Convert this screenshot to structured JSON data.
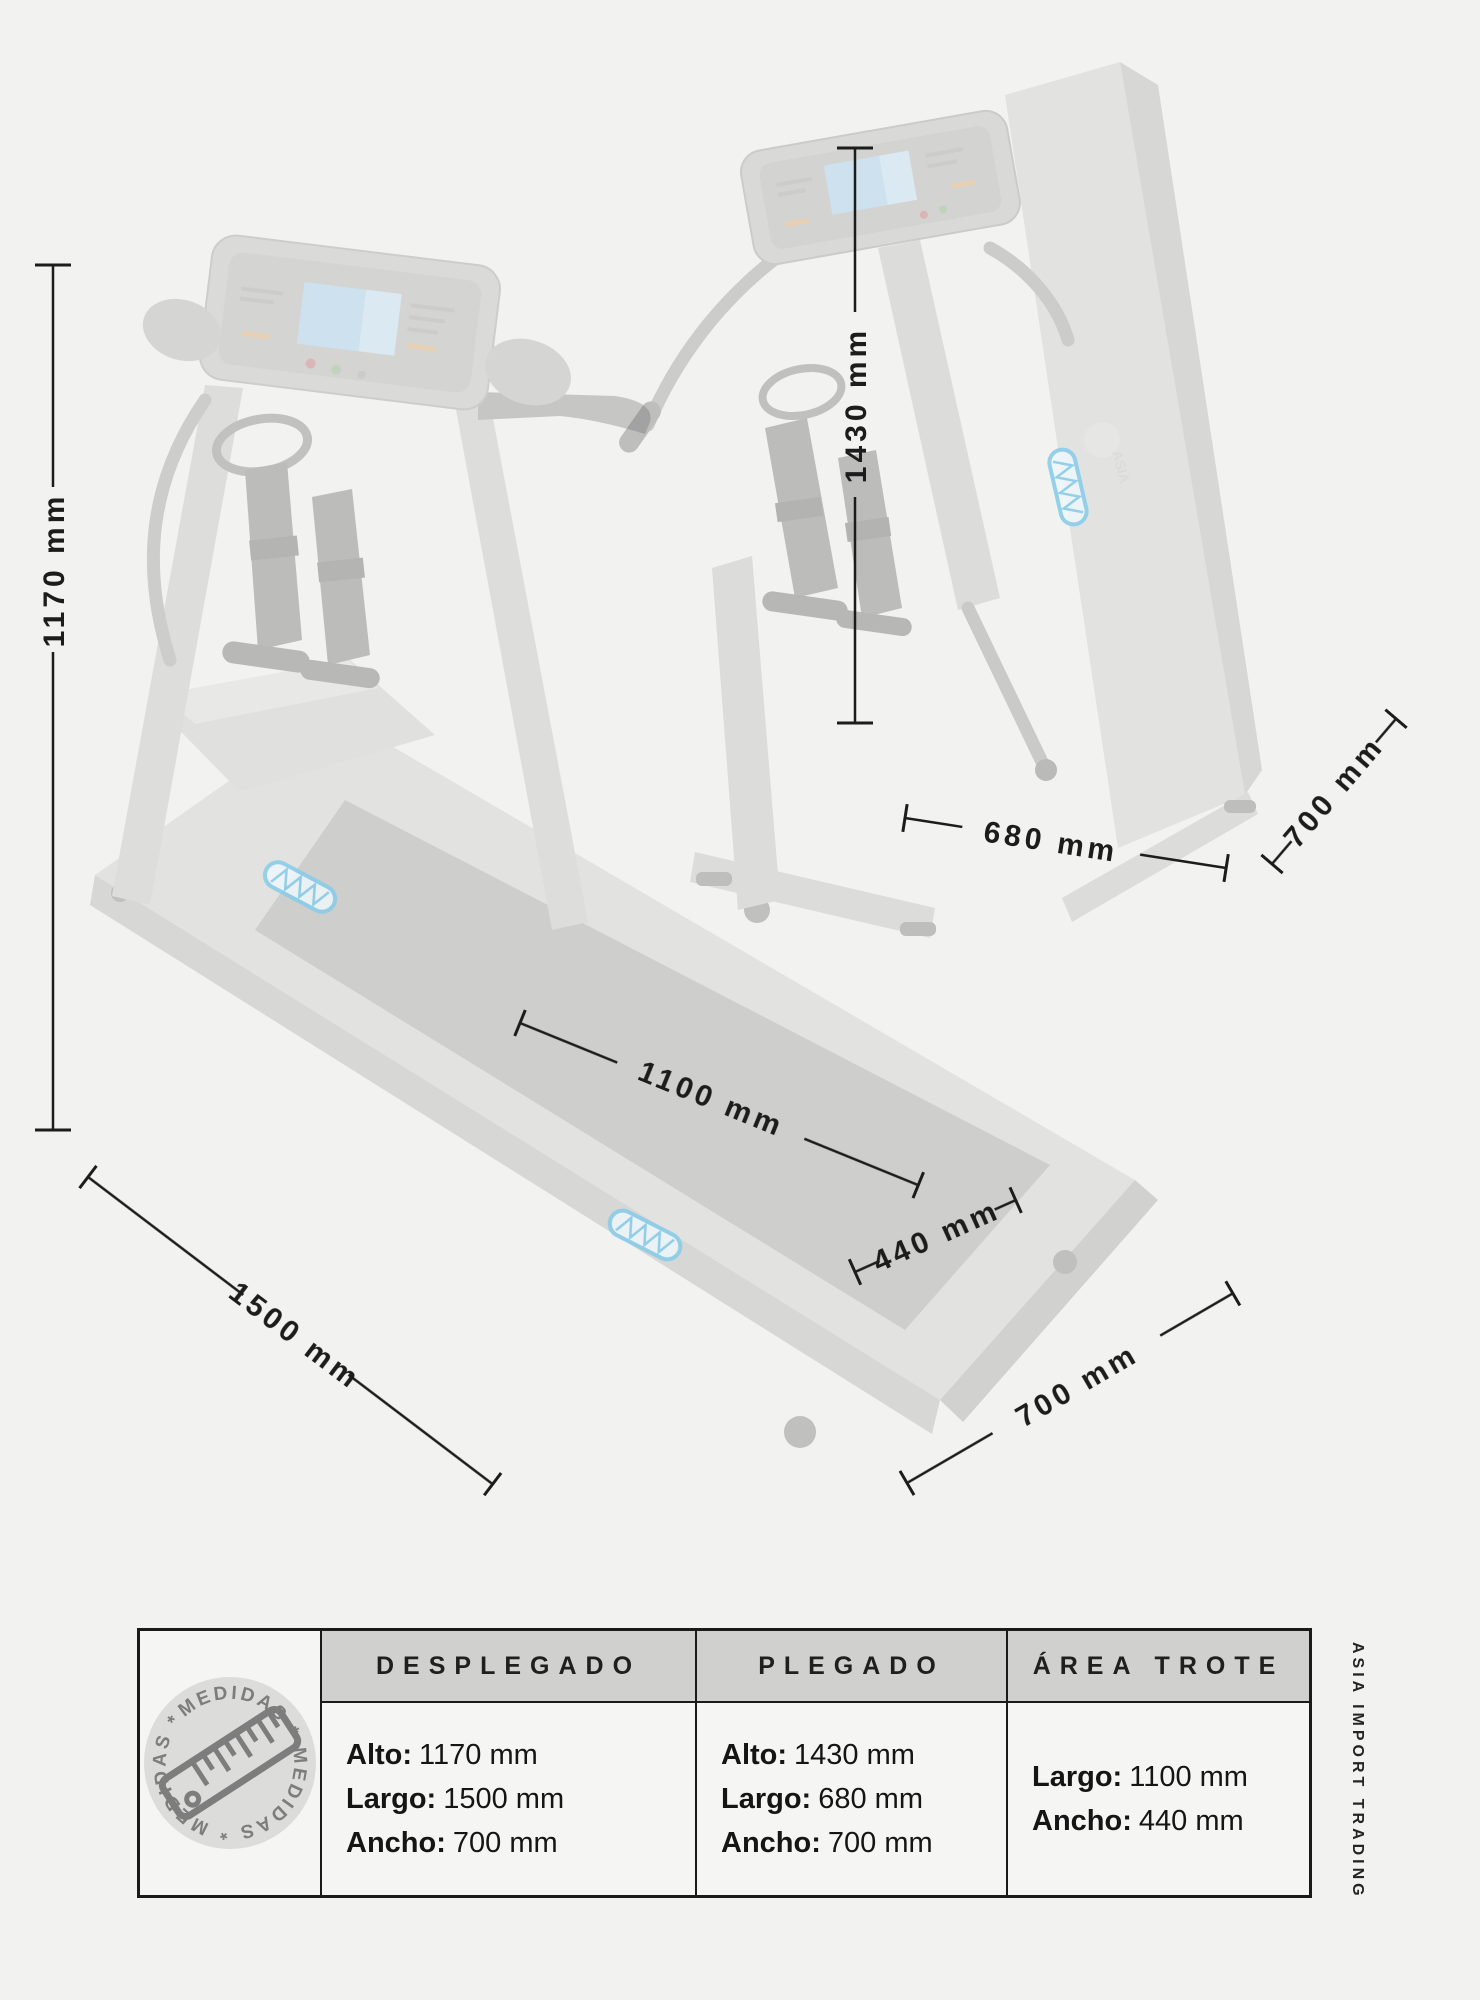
{
  "annotations": {
    "unfolded_height": "1170 mm",
    "unfolded_length": "1500 mm",
    "unfolded_width": "700 mm",
    "belt_length": "1100 mm",
    "belt_width": "440 mm",
    "folded_height": "1430 mm",
    "folded_length": "680 mm",
    "folded_width": "700 mm"
  },
  "table": {
    "columns": [
      {
        "header": "DESPLEGADO",
        "rows": [
          {
            "label": "Alto:",
            "value": "1170 mm"
          },
          {
            "label": "Largo:",
            "value": "1500 mm"
          },
          {
            "label": "Ancho:",
            "value": "700 mm"
          }
        ]
      },
      {
        "header": "PLEGADO",
        "rows": [
          {
            "label": "Alto:",
            "value": "1430 mm"
          },
          {
            "label": "Largo:",
            "value": "680 mm"
          },
          {
            "label": "Ancho:",
            "value": "700 mm"
          }
        ]
      },
      {
        "header": "ÁREA TROTE",
        "rows": [
          {
            "label": "Largo:",
            "value": "1100 mm"
          },
          {
            "label": "Ancho:",
            "value": "440 mm"
          }
        ]
      }
    ]
  },
  "badge": {
    "ring_text": "MEDIDAS * MEDIDAS * MEDIDAS *",
    "icon": "ruler-icon"
  },
  "brand": {
    "vertical_watermark": "ASIA IMPORT TRADING",
    "deck_logo": "ASIA"
  },
  "colors": {
    "background": "#f2f2f1",
    "dimension_ink": "#1c1c1c",
    "table_header_bg": "#d0d0cf",
    "table_border": "#1a1a1a",
    "console_screen_blue": "#92c5ec",
    "console_screen_blue_light": "#b6dbf4",
    "accent_blue": "#85cbe9",
    "caution_orange": "#d49a52",
    "badge_ink": "#7d7d7d",
    "badge_bg": "#dcdcdb"
  }
}
